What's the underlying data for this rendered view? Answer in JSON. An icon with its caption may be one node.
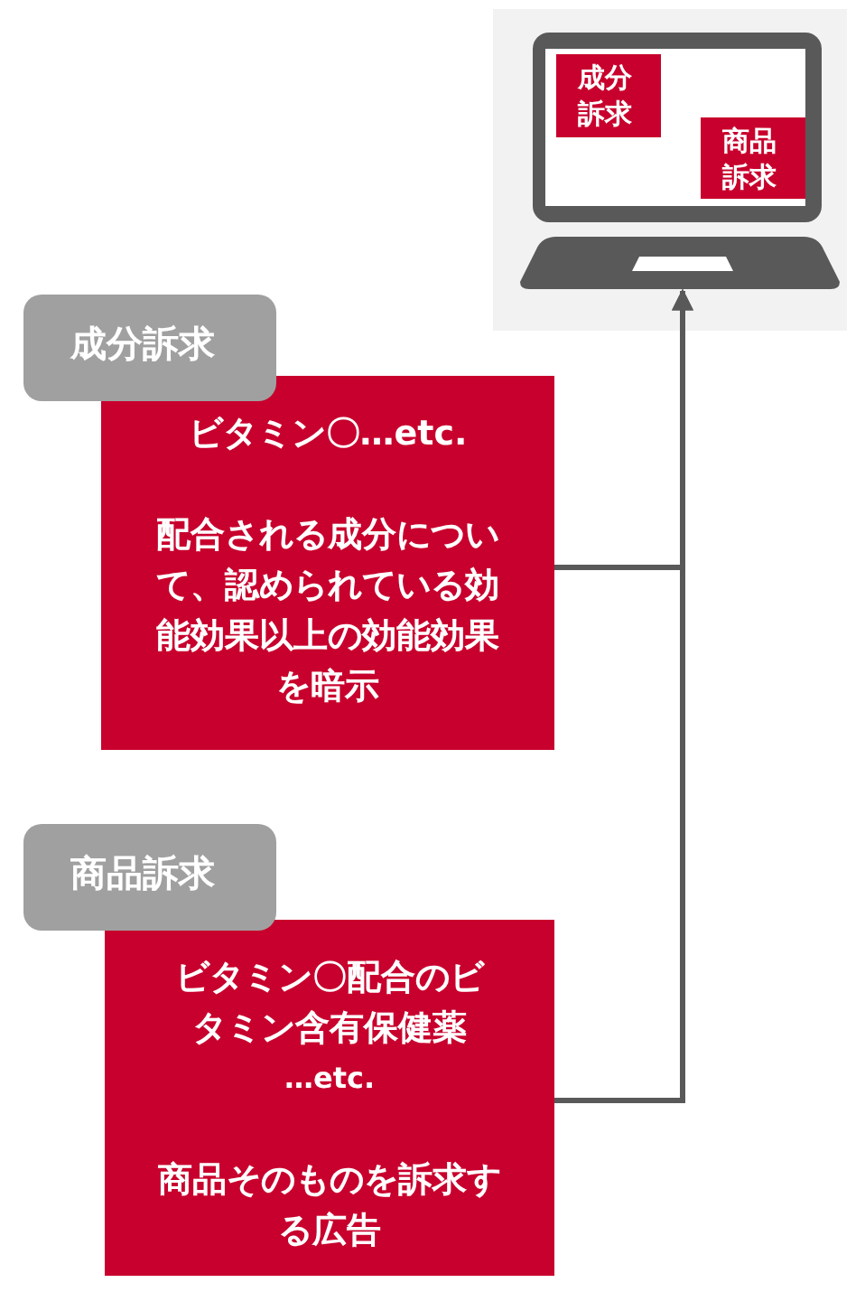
{
  "diagram": {
    "nodes": [
      {
        "text": [],
        "shape": "picture"
      },
      {
        "text": [
          "成分訴求"
        ],
        "in": 0
      },
      {
        "text": [
          "商品訴求"
        ],
        "in": 0
      },
      {
        "text": [
          "成分訴求"
        ]
      },
      {
        "text": [
          "ビタミン〇…etc.",
          "配合される成分について、認められている効能効果以上の効能効果を暗示"
        ]
      },
      {
        "text": [
          "商品訴求"
        ]
      },
      {
        "text": [
          "ビタミン〇配合のビタミン含有保健薬",
          "…etc.",
          "商品そのものを訴求する広告"
        ]
      }
    ],
    "edges": [
      {
        "from": 4,
        "to": 0,
        "arrow": "to"
      },
      {
        "from": 6,
        "to": 0,
        "arrow": "to"
      }
    ]
  }
}
